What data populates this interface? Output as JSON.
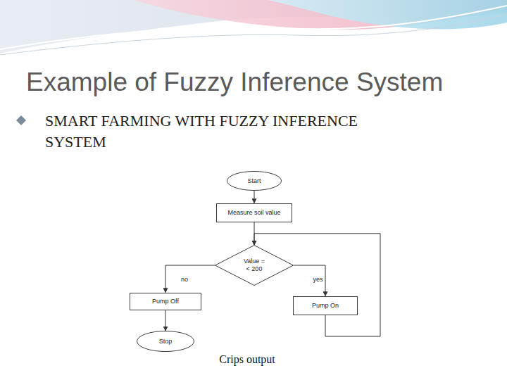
{
  "diagram": {
    "title": "Example of Fuzzy Inference System",
    "caption": "Crips output",
    "nodes": [
      {
        "text": [
          "Start"
        ]
      },
      {
        "text": [
          "Measure soil value"
        ]
      },
      {
        "text": [
          "Value =< 200"
        ]
      },
      {
        "text": [
          "Pump Off"
        ]
      },
      {
        "text": [
          "Pump On"
        ]
      },
      {
        "text": [
          "Stop"
        ]
      }
    ],
    "edges": [
      {
        "from": 0,
        "to": 1,
        "arrow": "to"
      },
      {
        "from": 1,
        "to": 2,
        "arrow": "to"
      },
      {
        "from": 2,
        "to": 3,
        "label": "no",
        "arrow": "to"
      },
      {
        "from": 2,
        "to": 4,
        "label": "yes",
        "arrow": "to"
      },
      {
        "from": 3,
        "to": 5,
        "arrow": "to"
      },
      {
        "from": 4,
        "to": 2,
        "arrow": "to"
      }
    ],
    "labels": [
      "SMART FARMING WITH FUZZY INFERENCE SYSTEM"
    ]
  }
}
